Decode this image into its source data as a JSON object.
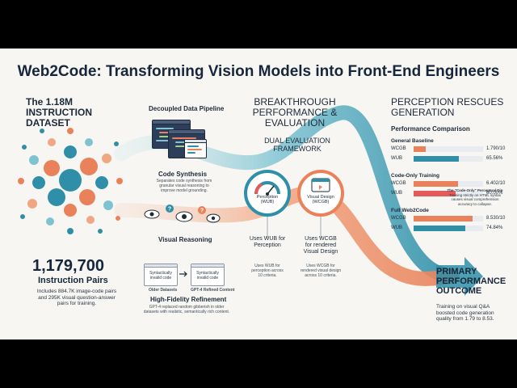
{
  "title": "Web2Code: Transforming Vision Models into Front-End Engineers",
  "dataset": {
    "heading_line1": "The 1.18M",
    "heading_line2": "INSTRUCTION DATASET",
    "count": "1,179,700",
    "count_label": "Instruction Pairs",
    "desc_line1": "Includes 884.7K image-code pairs",
    "desc_line2": "and 295K visual question-answer",
    "desc_line3": "pairs for training."
  },
  "pipeline": {
    "heading": "Decoupled Data Pipeline",
    "code_synthesis": "Code Synthesis",
    "code_desc_line1": "Separates code synthesis from",
    "code_desc_line2": "granular visual reasoning to",
    "code_desc_line3": "improve model grounding.",
    "visual_reasoning": "Visual Reasoning",
    "refinement": "High-Fidelity Refinement",
    "refine_desc_line1": "GPT-4 replaced random gibberish in older",
    "refine_desc_line2": "datasets with realistic, semantically rich content.",
    "card_left_line1": "Syntactically",
    "card_left_line2": "invalid code",
    "card_right_line1": "Syntactically",
    "card_right_line2": "invalid code",
    "label_older": "Older Datasets",
    "label_refined": "GPT-4 Refined Content"
  },
  "evaluation": {
    "heading_line1": "BREAKTHROUGH",
    "heading_line2": "PERFORMANCE & EVALUATION",
    "framework_line1": "DUAL EVALUATION",
    "framework_line2": "FRAMEWORK",
    "perception_line1": "Perception",
    "perception_line2": "(WUB)",
    "visual_line1": "Visual Design",
    "visual_line2": "(WCGB)",
    "wub_line1": "Uses WUB for",
    "wub_line2": "Perception",
    "wub_desc_line1": "Uses WUB for",
    "wub_desc_line2": "perception across",
    "wub_desc_line3": "10 criteria.",
    "wcgb_line1": "Uses WCGB",
    "wcgb_line2": "for rendered",
    "wcgb_line3": "Visual Design",
    "wcgb_desc_line1": "Uses WCGB for",
    "wcgb_desc_line2": "rendered visual design",
    "wcgb_desc_line3": "across 10 criteria."
  },
  "perception_rescues": {
    "heading_line1": "PERCEPTION RESCUES",
    "heading_line2": "GENERATION",
    "comparison": "Performance Comparison",
    "groups": [
      {
        "name": "General Baseline",
        "bars": [
          {
            "label": "WCGB",
            "value_text": "1.790/10",
            "fraction": 0.179,
            "color": "#e9825a"
          },
          {
            "label": "WUB",
            "value_text": "65.56%",
            "fraction": 0.6556,
            "color": "#2f8fa8"
          }
        ]
      },
      {
        "name": "Code-Only Training",
        "bars": [
          {
            "label": "WCGB",
            "value_text": "6.402/10",
            "fraction": 0.6402,
            "color": "#e9825a"
          },
          {
            "label": "WUB",
            "value_text": "60.00%",
            "fraction": 0.6,
            "color": "#e25b58"
          }
        ]
      },
      {
        "name": "Full Web2Code",
        "bars": [
          {
            "label": "WCGB",
            "value_text": "8.530/10",
            "fraction": 0.853,
            "color": "#e9825a"
          },
          {
            "label": "WUB",
            "value_text": "74.84%",
            "fraction": 0.7484,
            "color": "#2f8fa8"
          }
        ]
      }
    ],
    "dip_title": "The \"Code-Only\" Perceptual Dip",
    "dip_line1": "Training strictly on HTML syntax",
    "dip_line2": "causes visual comprehension",
    "dip_line3": "accuracy to collapse."
  },
  "outcome": {
    "heading_line1": "PRIMARY",
    "heading_line2": "PERFORMANCE",
    "heading_line3": "OUTCOME",
    "desc_line1": "Training on visual Q&A",
    "desc_line2": "boosted code generation",
    "desc_line3": "quality from 1.79 to 8.53."
  },
  "colors": {
    "orange": "#e9825a",
    "teal": "#2f8fa8",
    "red": "#e25b58",
    "navy": "#16263b"
  }
}
